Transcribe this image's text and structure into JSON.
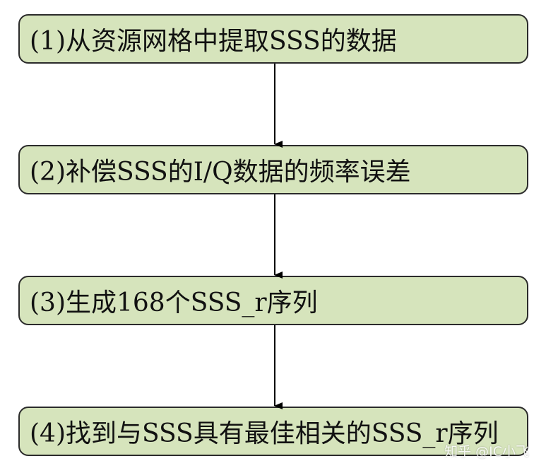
{
  "steps": [
    {
      "label": "(1)从资源网格中提取SSS的数据"
    },
    {
      "label": "(2)补偿SSS的I/Q数据的频率误差"
    },
    {
      "label": "(3)生成168个SSS_r序列"
    },
    {
      "label": "(4)找到与SSS具有最佳相关的SSS_r序列"
    }
  ],
  "watermark": "知乎 @IC小飞",
  "colors": {
    "box_fill": "#d6e4bc",
    "box_border": "#2b2b2b",
    "arrow": "#000000"
  }
}
